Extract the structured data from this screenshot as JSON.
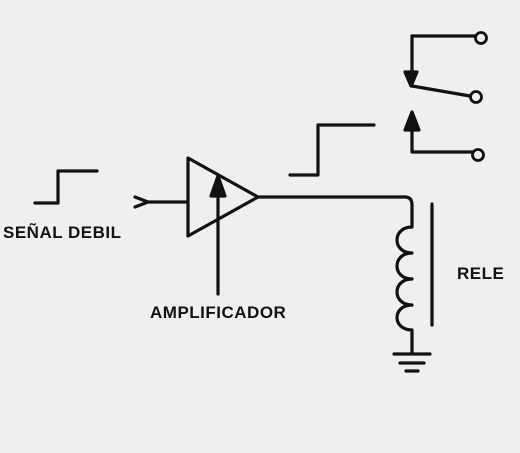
{
  "labels": {
    "input_signal": "SEÑAL DEBIL",
    "amplifier": "AMPLIFICADOR",
    "relay": "RELE"
  },
  "colors": {
    "ink": "#111111",
    "paper": "#efefed"
  }
}
